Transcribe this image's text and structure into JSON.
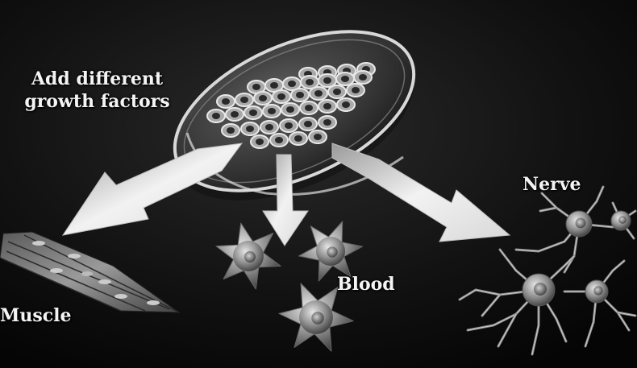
{
  "instruction": {
    "line1": "Add different",
    "line2": "growth factors"
  },
  "labels": {
    "nerve": "Nerve",
    "blood": "Blood",
    "muscle": "Muscle"
  },
  "colors": {
    "background": "#000000",
    "text": "#f4f4f4",
    "arrow": "#e2e2e2"
  }
}
